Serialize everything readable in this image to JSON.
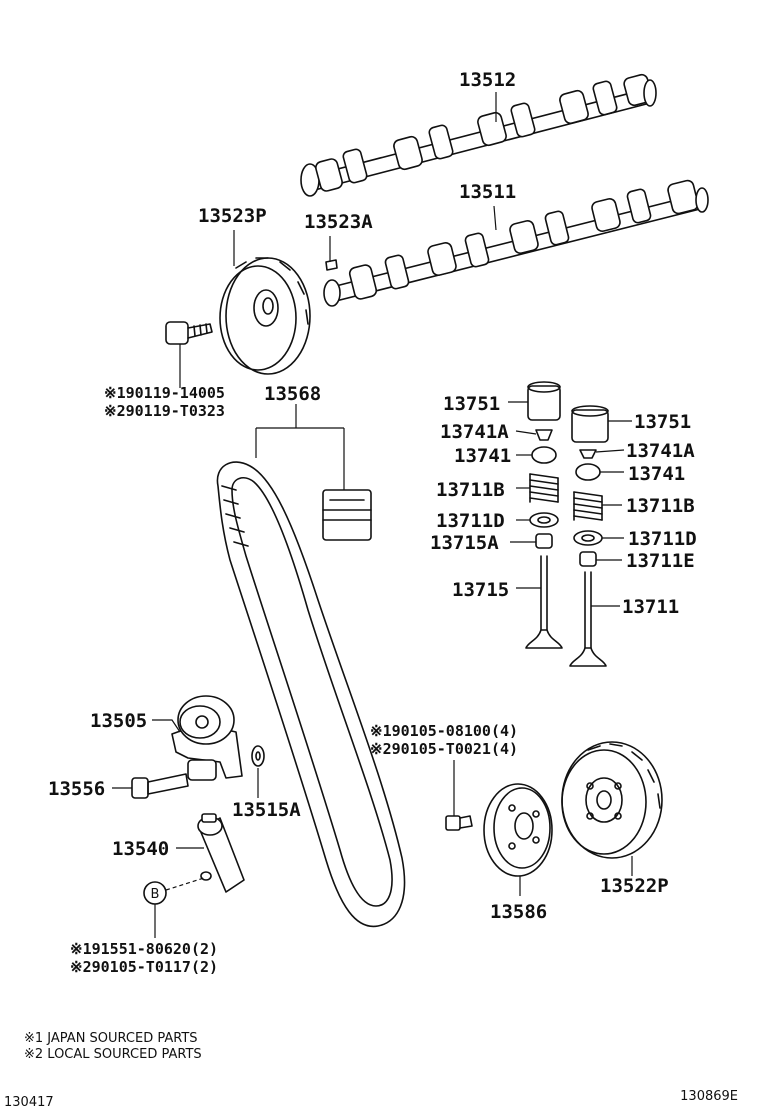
{
  "labels": {
    "p13512": "13512",
    "p13511": "13511",
    "p13523P": "13523P",
    "p13523A": "13523A",
    "p13568": "13568",
    "p13751_left": "13751",
    "p13751_right": "13751",
    "p13741A_left": "13741A",
    "p13741A_right": "13741A",
    "p13741_left": "13741",
    "p13741_right": "13741",
    "p13711B_left": "13711B",
    "p13711B_right": "13711B",
    "p13711D_left": "13711D",
    "p13711D_right": "13711D",
    "p13715A": "13715A",
    "p13711E": "13711E",
    "p13715": "13715",
    "p13711": "13711",
    "p13505": "13505",
    "p13556": "13556",
    "p13515A": "13515A",
    "p13540": "13540",
    "p13586": "13586",
    "p13522P": "13522P"
  },
  "refs": {
    "bolt_cam_1": "※190119-14005",
    "bolt_cam_2": "※290119-T0323",
    "bolt_pulley_1": "※190105-08100(4)",
    "bolt_pulley_2": "※290105-T0021(4)",
    "bolt_tensioner_1": "※191551-80620(2)",
    "bolt_tensioner_2": "※290105-T0117(2)",
    "callout_b": "B"
  },
  "notes": {
    "note1": "※1 JAPAN SOURCED PARTS",
    "note2": "※2 LOCAL SOURCED PARTS"
  },
  "codes": {
    "left": "130417",
    "right": "130869E"
  }
}
